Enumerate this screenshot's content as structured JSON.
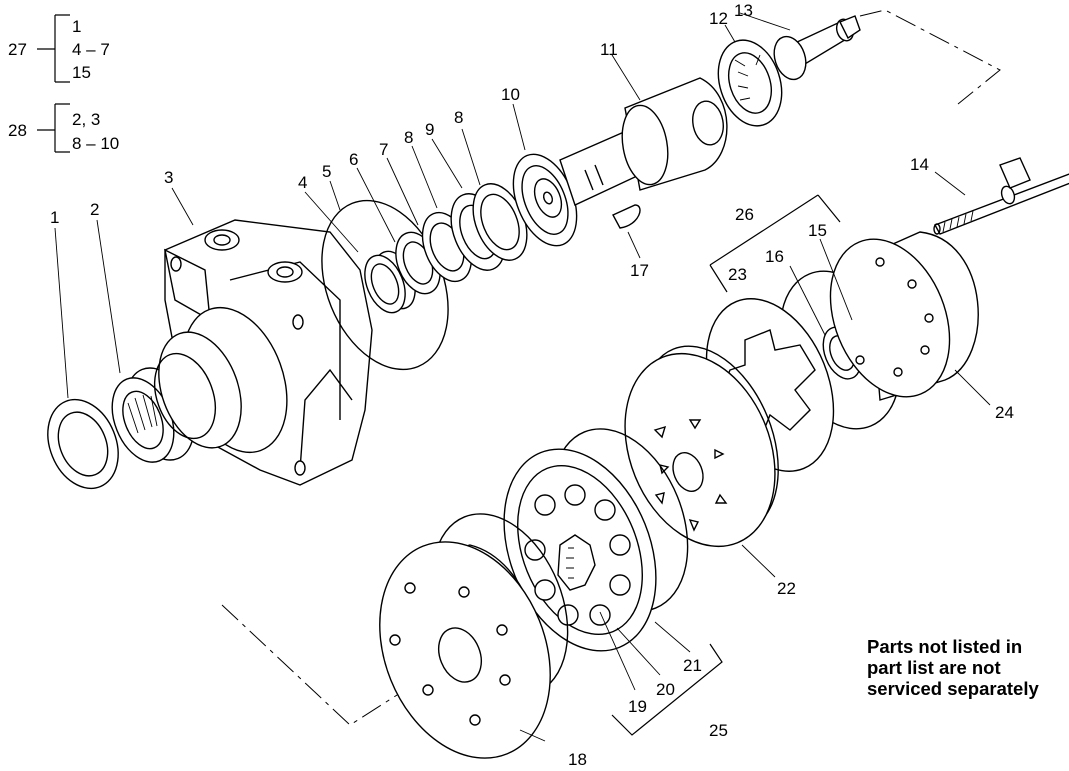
{
  "kits": [
    {
      "number": "27",
      "items": [
        "1",
        "4 – 7",
        "15"
      ]
    },
    {
      "number": "28",
      "items": [
        "2, 3",
        "8 – 10"
      ]
    }
  ],
  "callouts": [
    "1",
    "2",
    "3",
    "4",
    "5",
    "6",
    "7",
    "8",
    "8",
    "9",
    "10",
    "11",
    "12",
    "13",
    "14",
    "15",
    "16",
    "17",
    "18",
    "19",
    "20",
    "21",
    "22",
    "23",
    "24",
    "25",
    "26"
  ],
  "note": [
    "Parts not listed in",
    "part list are not",
    "serviced separately"
  ]
}
